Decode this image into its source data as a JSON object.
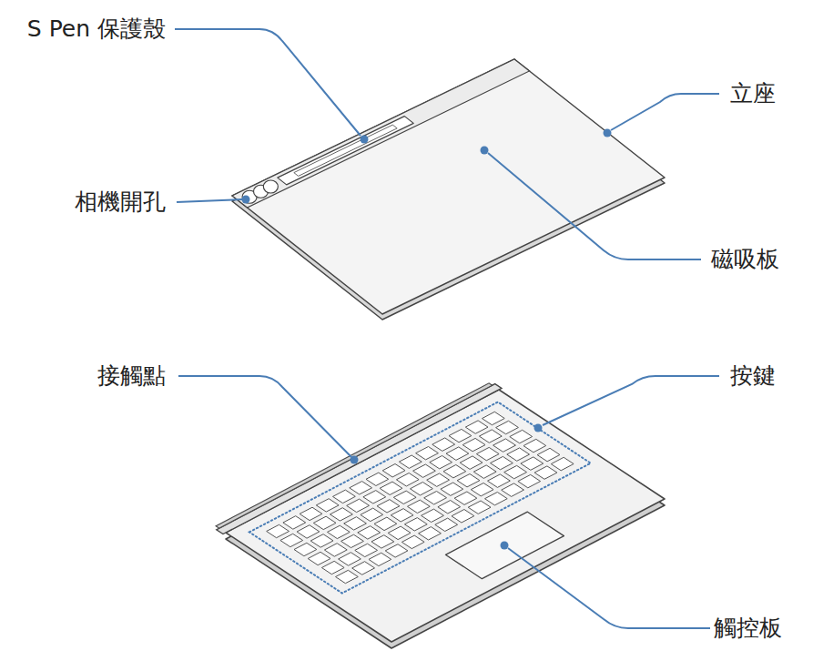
{
  "diagram": {
    "labels": [
      "S Pen 保護殼",
      "立座",
      "相機開孔",
      "磁吸板",
      "接觸點",
      "按鍵",
      "觸控板"
    ]
  }
}
